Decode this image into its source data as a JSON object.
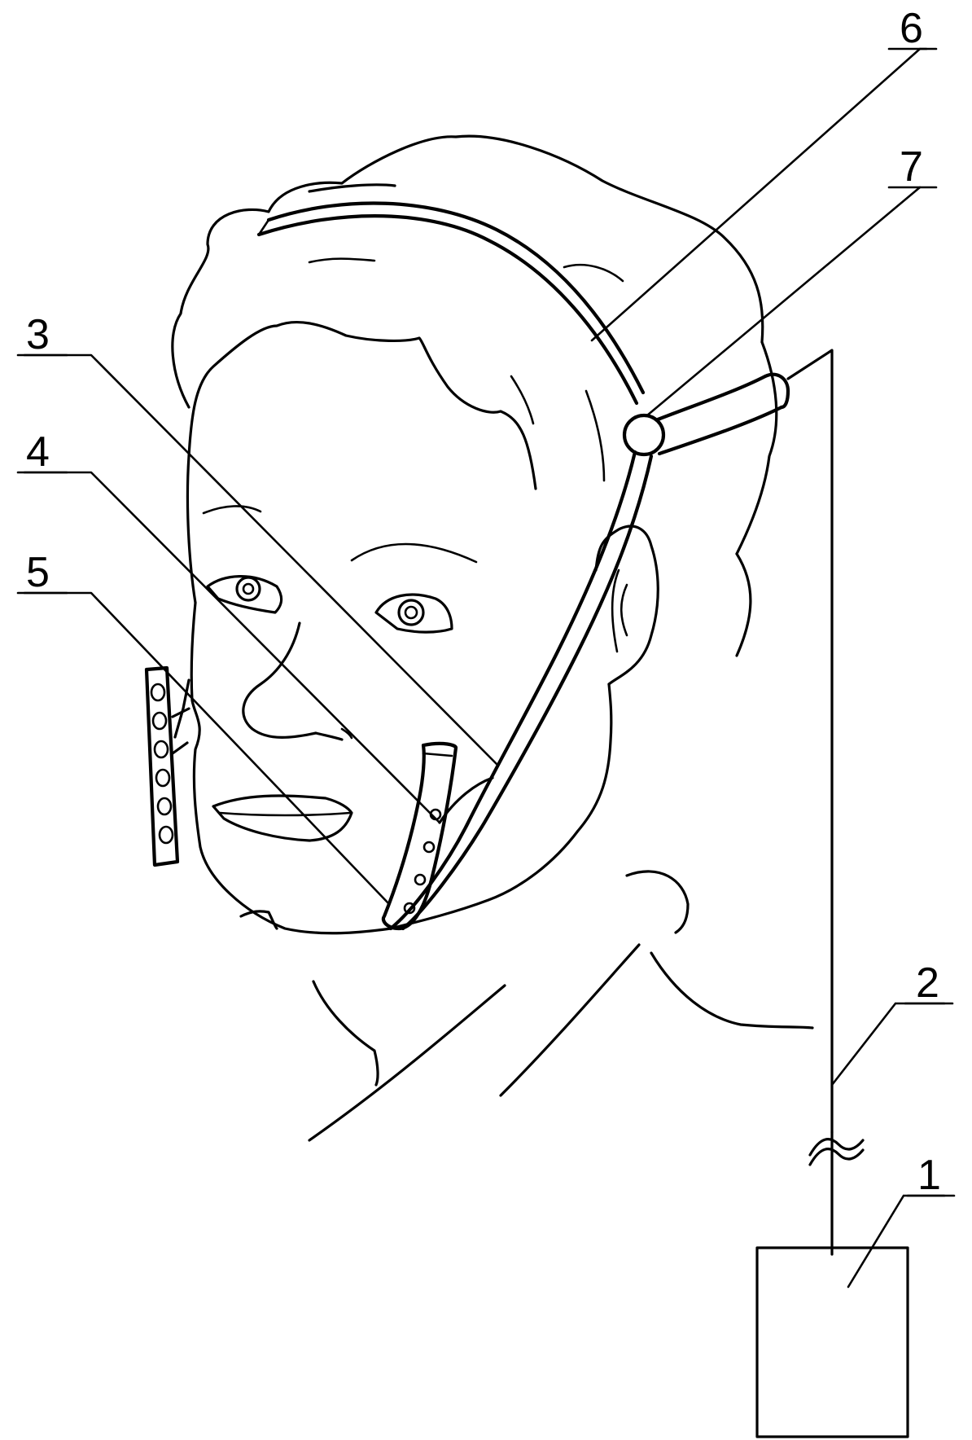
{
  "colors": {
    "line": "#000000",
    "background": "#ffffff"
  },
  "labels": {
    "l1": "1",
    "l2": "2",
    "l3": "3",
    "l4": "4",
    "l5": "5",
    "l6": "6",
    "l7": "7"
  }
}
